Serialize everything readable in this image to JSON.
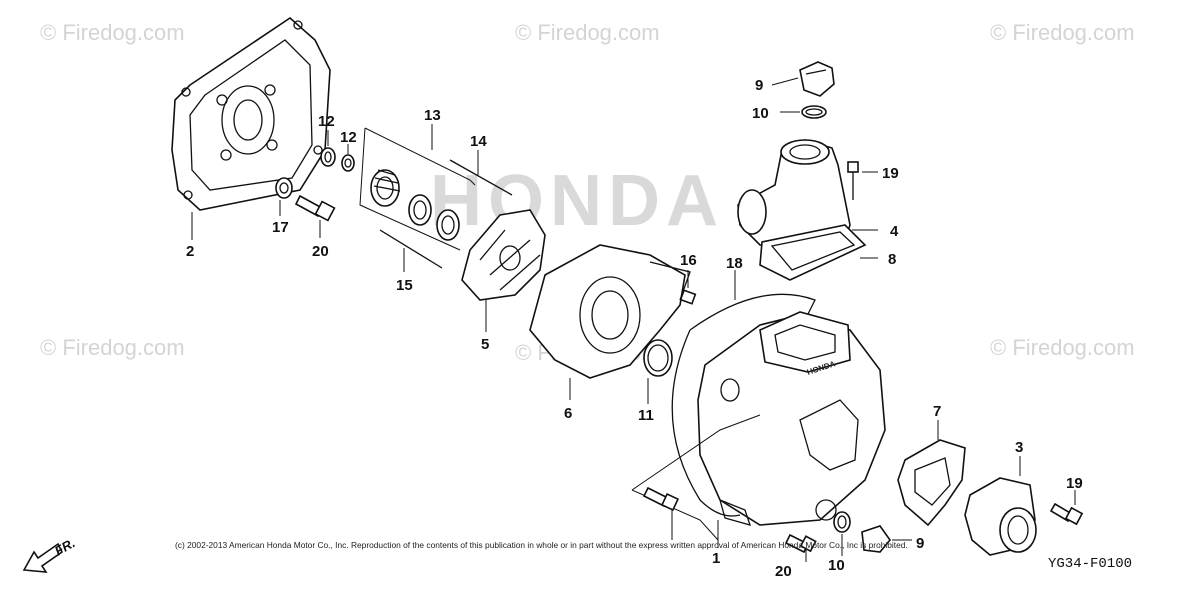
{
  "watermarks": [
    "© Firedog.com",
    "© Firedog.com",
    "© Firedog.com",
    "© Firedog.com",
    "© Firedog.com",
    "© Firedog.com"
  ],
  "brand_watermark": "HONDA",
  "case_stamp": "HONDA",
  "part_labels": {
    "p2": "2",
    "p12a": "12",
    "p12b": "12",
    "p13": "13",
    "p14": "14",
    "p17": "17",
    "p20a": "20",
    "p15": "15",
    "p5": "5",
    "p6": "6",
    "p9a": "9",
    "p10a": "10",
    "p19a": "19",
    "p4": "4",
    "p8": "8",
    "p16": "16",
    "p18": "18",
    "p11": "11",
    "p7": "7",
    "p3": "3",
    "p19b": "19",
    "p1": "1",
    "p20b": "20",
    "p10b": "10",
    "p9b": "9"
  },
  "copyright": "(c) 2002-2013 American Honda Motor Co., Inc. Reproduction of the contents of this publication in whole or in part without the express written approval of American Honda Motor Co., Inc is prohibited.",
  "diagram_code": "YG34-F0100",
  "front_marker": "FR.",
  "icons": [
    "front-direction-arrow-icon"
  ]
}
